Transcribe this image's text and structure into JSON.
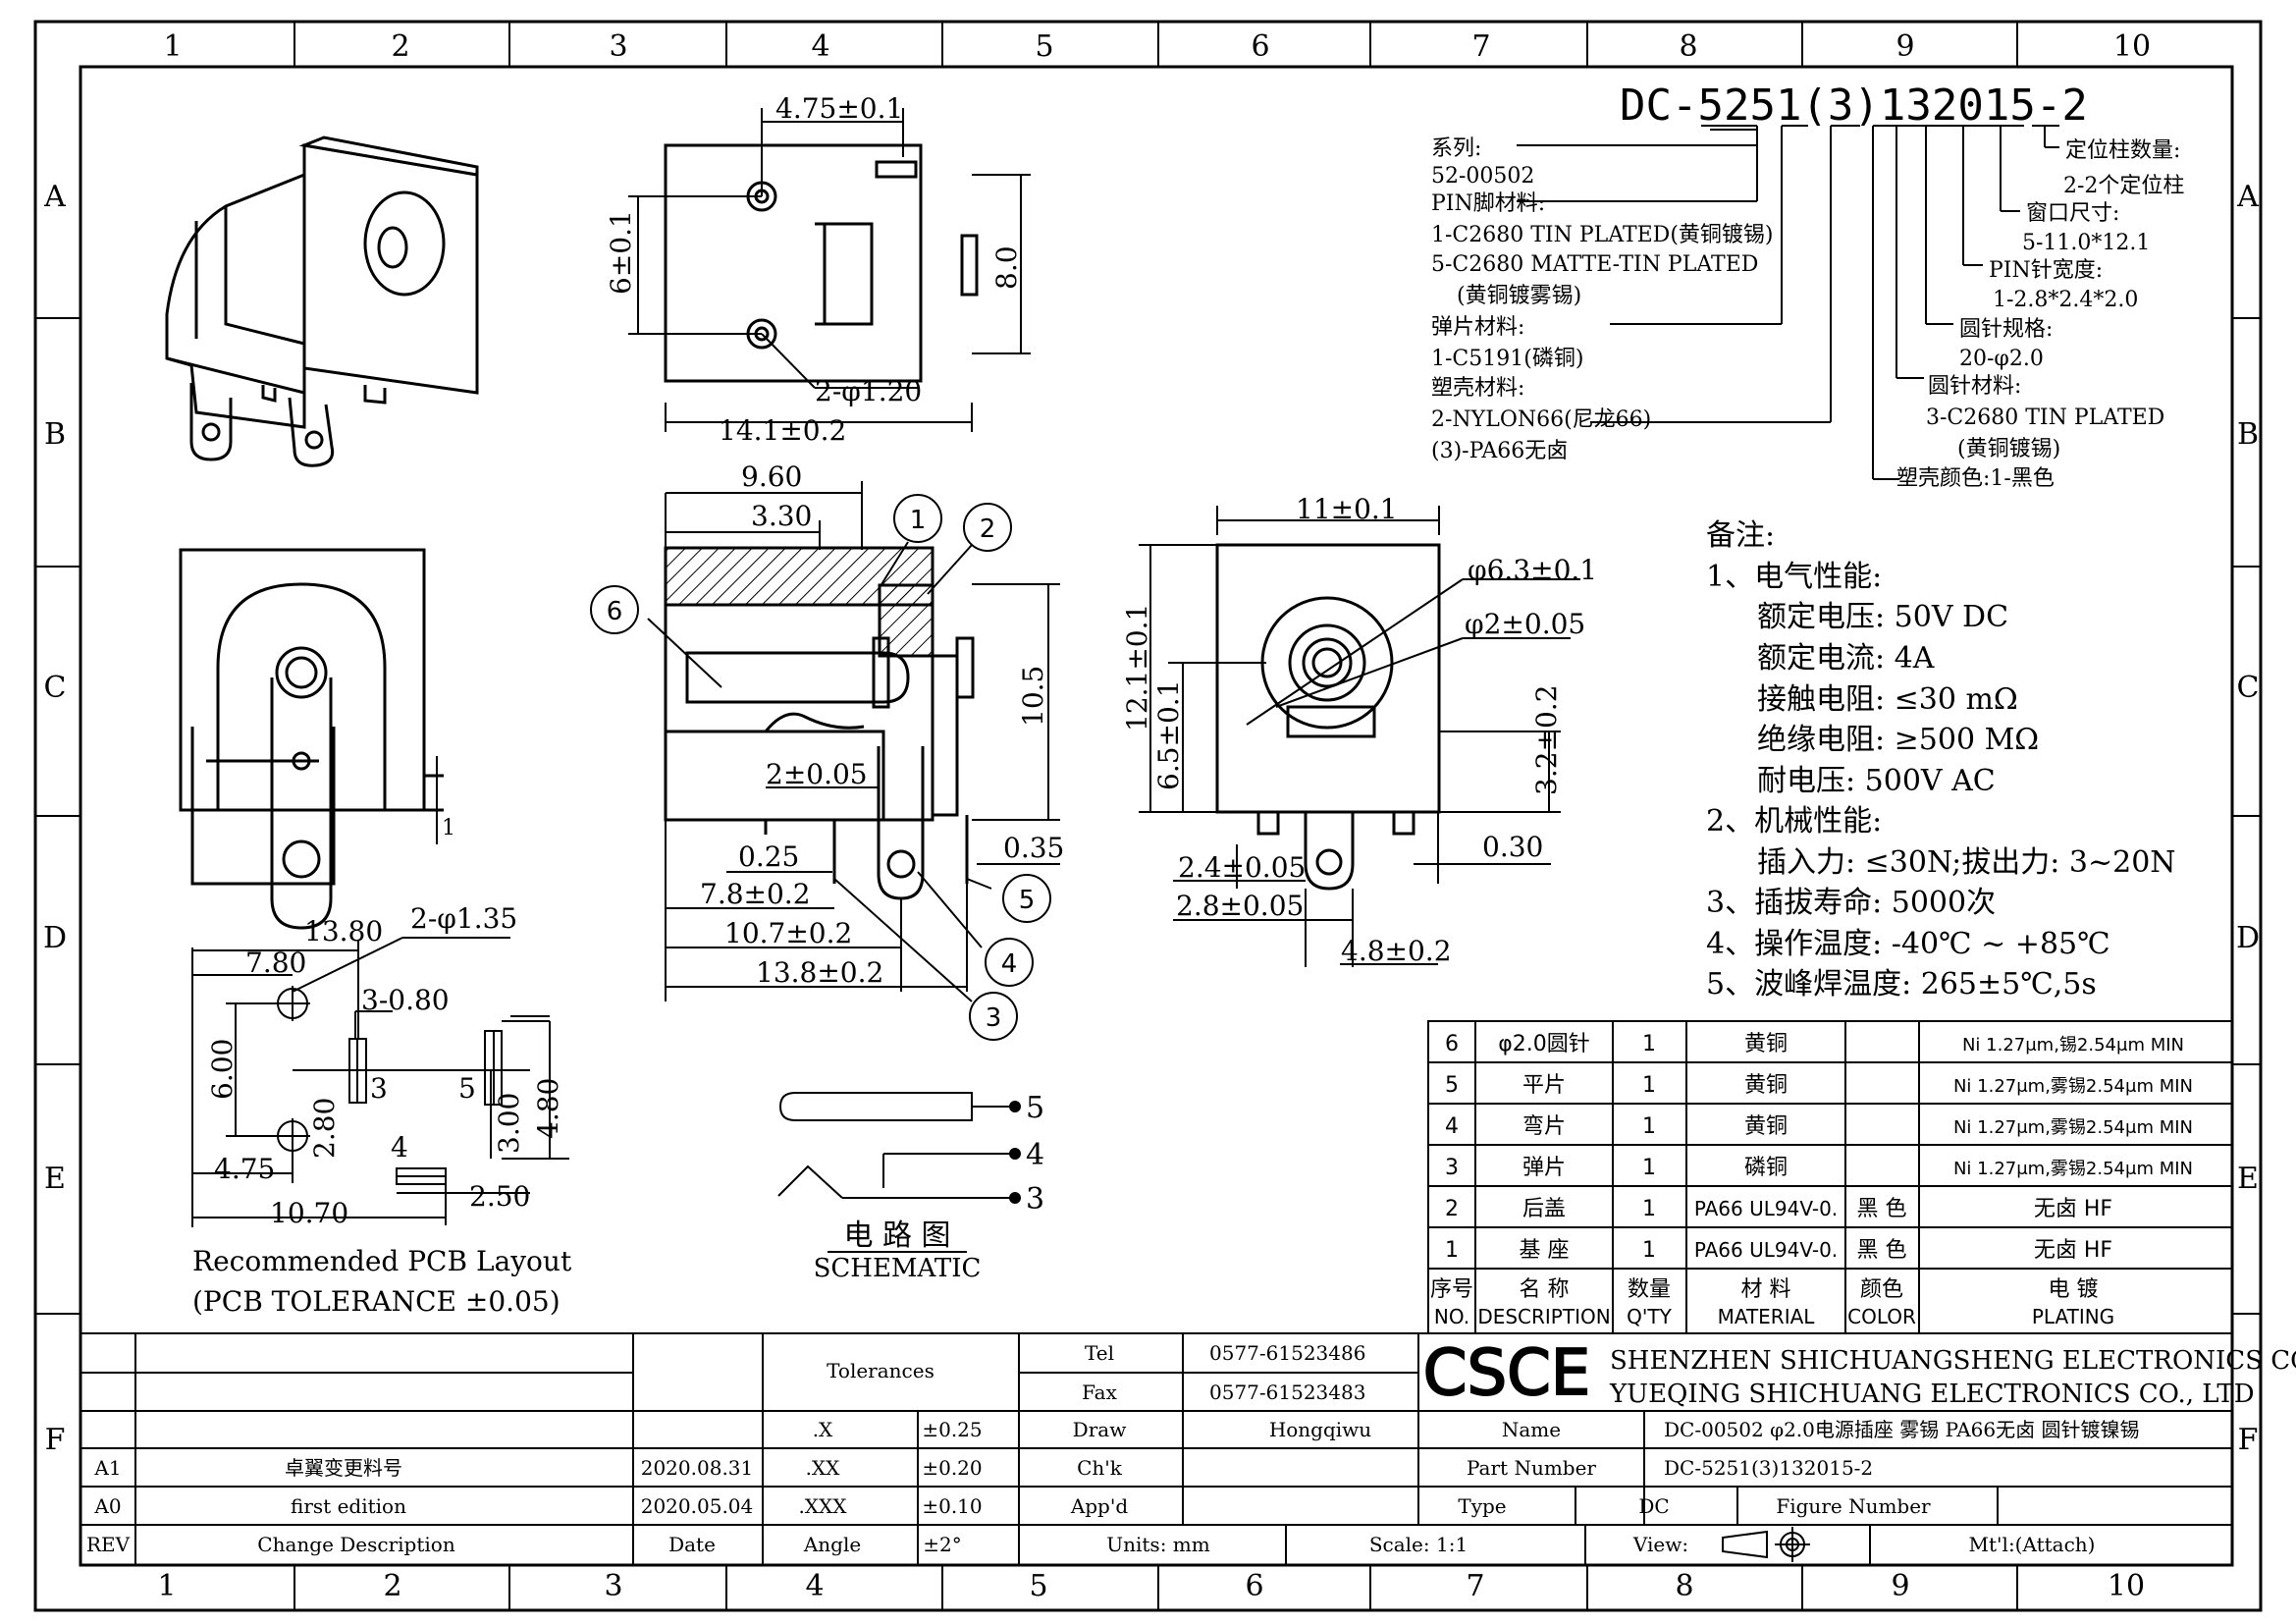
{
  "grid": {
    "columns": [
      "1",
      "2",
      "3",
      "4",
      "5",
      "6",
      "7",
      "8",
      "9",
      "10"
    ],
    "rows": [
      "A",
      "B",
      "C",
      "D",
      "E",
      "F"
    ]
  },
  "part_code": {
    "full": "DC-5251(3)132015-2",
    "legend_left": [
      "系列:",
      "52-00502",
      "PIN脚材料:",
      "1-C2680 TIN PLATED(黄铜镀锡)",
      "5-C2680 MATTE-TIN PLATED",
      "(黄铜镀雾锡)",
      "弹片材料:",
      "1-C5191(磷铜)",
      "塑壳材料:",
      "2-NYLON66(尼龙66)",
      "(3)-PA66无卤"
    ],
    "legend_right": [
      {
        "label": "定位柱数量:",
        "value": "2-2个定位柱"
      },
      {
        "label": "窗口尺寸:",
        "value": "5-11.0*12.1"
      },
      {
        "label": "PIN针宽度:",
        "value": "1-2.8*2.4*2.0"
      },
      {
        "label": "圆针规格:",
        "value": "20-φ2.0"
      },
      {
        "label": "圆针材料:",
        "value": "3-C2680 TIN PLATED"
      },
      {
        "label": "",
        "value": "(黄铜镀锡)"
      },
      {
        "label": "塑壳颜色:1-黑色",
        "value": ""
      }
    ]
  },
  "notes": {
    "title": "备注:",
    "lines": [
      "1、电气性能:",
      "额定电压: 50V DC",
      "额定电流: 4A",
      "接触电阻: ≤30 mΩ",
      "绝缘电阻: ≥500 MΩ",
      "耐电压: 500V AC",
      "2、机械性能:",
      "插入力: ≤30N;拔出力: 3~20N",
      "3、插拔寿命: 5000次",
      "4、操作温度: -40℃ ~ +85℃",
      "5、波峰焊温度: 265±5℃,5s"
    ]
  },
  "dims": {
    "top_view": [
      "4.75±0.1",
      "6±0.1",
      "8.0",
      "2-φ1.20",
      "14.1±0.2"
    ],
    "side_view": [
      "9.60",
      "3.30",
      "10.5",
      "2±0.05",
      "0.25",
      "7.8±0.2",
      "10.7±0.2",
      "13.8±0.2",
      "0.35"
    ],
    "front_view": [
      "11±0.1",
      "φ6.3±0.1",
      "φ2±0.05",
      "12.1±0.1",
      "6.5±0.1",
      "3.2±0.2",
      "2.4±0.05",
      "2.8±0.05",
      "0.30",
      "4.8±0.2"
    ],
    "pcb": [
      "13.80",
      "2-φ1.35",
      "7.80",
      "3-0.80",
      "6.00",
      "3",
      "5",
      "4.80",
      "4.75",
      "2.80",
      "3.00",
      "4",
      "2.50",
      "10.70"
    ],
    "side_small": [
      "1"
    ],
    "balloons": [
      "1",
      "2",
      "3",
      "4",
      "5",
      "6"
    ]
  },
  "pcb_caption": [
    "Recommended PCB Layout",
    "(PCB TOLERANCE ±0.05)"
  ],
  "schematic": {
    "title": "电 路 图",
    "subtitle": "SCHEMATIC",
    "pins": [
      "5",
      "4",
      "3"
    ]
  },
  "bom": {
    "rows": [
      {
        "no": "6",
        "desc": "φ2.0圆针",
        "qty": "1",
        "material": "黄铜",
        "color": "",
        "plating": "Ni 1.27μm,锡2.54μm MIN"
      },
      {
        "no": "5",
        "desc": "平片",
        "qty": "1",
        "material": "黄铜",
        "color": "",
        "plating": "Ni 1.27μm,雾锡2.54μm MIN"
      },
      {
        "no": "4",
        "desc": "弯片",
        "qty": "1",
        "material": "黄铜",
        "color": "",
        "plating": "Ni 1.27μm,雾锡2.54μm MIN"
      },
      {
        "no": "3",
        "desc": "弹片",
        "qty": "1",
        "material": "磷铜",
        "color": "",
        "plating": "Ni 1.27μm,雾锡2.54μm MIN"
      },
      {
        "no": "2",
        "desc": "后盖",
        "qty": "1",
        "material": "PA66 UL94V-0.",
        "color": "黑 色",
        "plating": "无卤 HF"
      },
      {
        "no": "1",
        "desc": "基 座",
        "qty": "1",
        "material": "PA66 UL94V-0.",
        "color": "黑 色",
        "plating": "无卤 HF"
      }
    ],
    "header": {
      "no": [
        "序号",
        "NO."
      ],
      "desc": [
        "名 称",
        "DESCRIPTION"
      ],
      "qty": [
        "数量",
        "Q'TY"
      ],
      "material": [
        "材 料",
        "MATERIAL"
      ],
      "color": [
        "颜色",
        "COLOR"
      ],
      "plating": [
        "电 镀",
        "PLATING"
      ]
    }
  },
  "title_block": {
    "tolerances_label": "Tolerances",
    "tel_label": "Tel",
    "tel": "0577-61523486",
    "fax_label": "Fax",
    "fax": "0577-61523483",
    "logo": "CSCE",
    "company1": "SHENZHEN SHICHUANGSHENG ELECTRONICS CO.,LTD",
    "company2": "YUEQING SHICHUANG ELECTRONICS CO., LTD",
    "tol_rows": [
      [
        ".X",
        "±0.25"
      ],
      [
        ".XX",
        "±0.20"
      ],
      [
        ".XXX",
        "±0.10"
      ],
      [
        "Angle",
        "±2°"
      ]
    ],
    "draw_label": "Draw",
    "draw_value": "Hongqiwu",
    "chk_label": "Ch'k",
    "appd_label": "App'd",
    "units": "Units: mm",
    "scale": "Scale: 1:1",
    "view_label": "View:",
    "name_label": "Name",
    "name_value": "DC-00502 φ2.0电源插座 雾锡 PA66无卤 圆针镀镍锡",
    "partno_label": "Part Number",
    "partno_value": "DC-5251(3)132015-2",
    "type_label": "Type",
    "type_value": "DC",
    "figure_label": "Figure Number",
    "mtl": "Mt'l:(Attach)",
    "revisions": [
      {
        "rev": "A1",
        "desc": "卓翼变更料号",
        "date": "2020.08.31"
      },
      {
        "rev": "A0",
        "desc": "first edition",
        "date": "2020.05.04"
      }
    ],
    "rev_header": {
      "rev": "REV",
      "desc": "Change Description",
      "date": "Date"
    }
  }
}
